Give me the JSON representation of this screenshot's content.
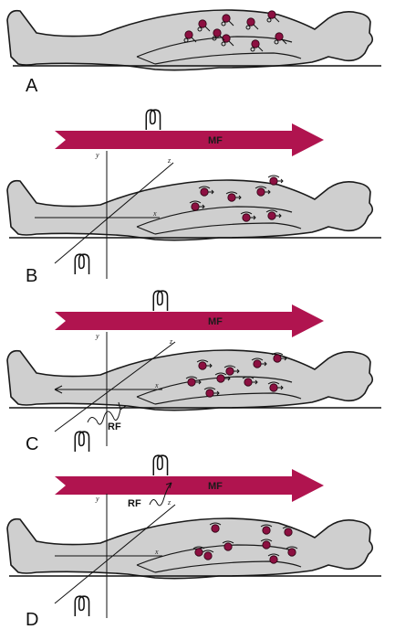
{
  "panels": [
    {
      "label": "A",
      "mf_label": "",
      "rf_label": ""
    },
    {
      "label": "B",
      "mf_label": "MF",
      "rf_label": ""
    },
    {
      "label": "C",
      "mf_label": "MF",
      "rf_label": "RF"
    },
    {
      "label": "D",
      "mf_label": "MF",
      "rf_label": "RF"
    }
  ],
  "axes": {
    "x": "x",
    "y": "y",
    "z": "z"
  },
  "colors": {
    "mf_arrow": "#b0144f",
    "proton": "#8c1041",
    "body": "#cfcfcf"
  }
}
